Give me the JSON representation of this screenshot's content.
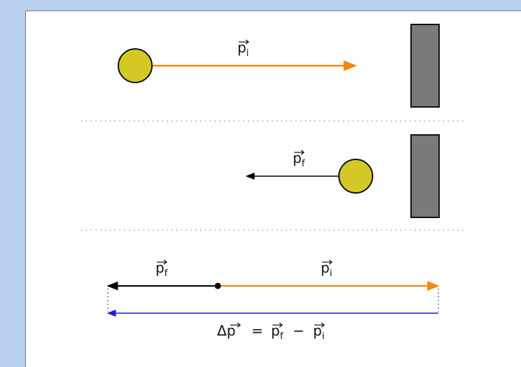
{
  "diagram": {
    "colors": {
      "background": "#b7d1ee",
      "panel": "#ffffff",
      "ball": "#d4c827",
      "wall": "#7a7a7a",
      "initial_momentum": "#f28a12",
      "final_momentum": "#000000",
      "delta_momentum": "#1a1ad6",
      "separator": "#888888"
    },
    "scene_initial": {
      "vector_symbol": "p",
      "vector_subscript": "i"
    },
    "scene_final": {
      "vector_symbol": "p",
      "vector_subscript": "f"
    },
    "vector_sum": {
      "pf_symbol": "p",
      "pf_subscript": "f",
      "pi_symbol": "p",
      "pi_subscript": "i",
      "delta": "Δ",
      "delta_symbol": "p",
      "equals": "=",
      "minus": "−",
      "rhs_first_symbol": "p",
      "rhs_first_subscript": "f",
      "rhs_second_symbol": "p",
      "rhs_second_subscript": "i"
    }
  }
}
